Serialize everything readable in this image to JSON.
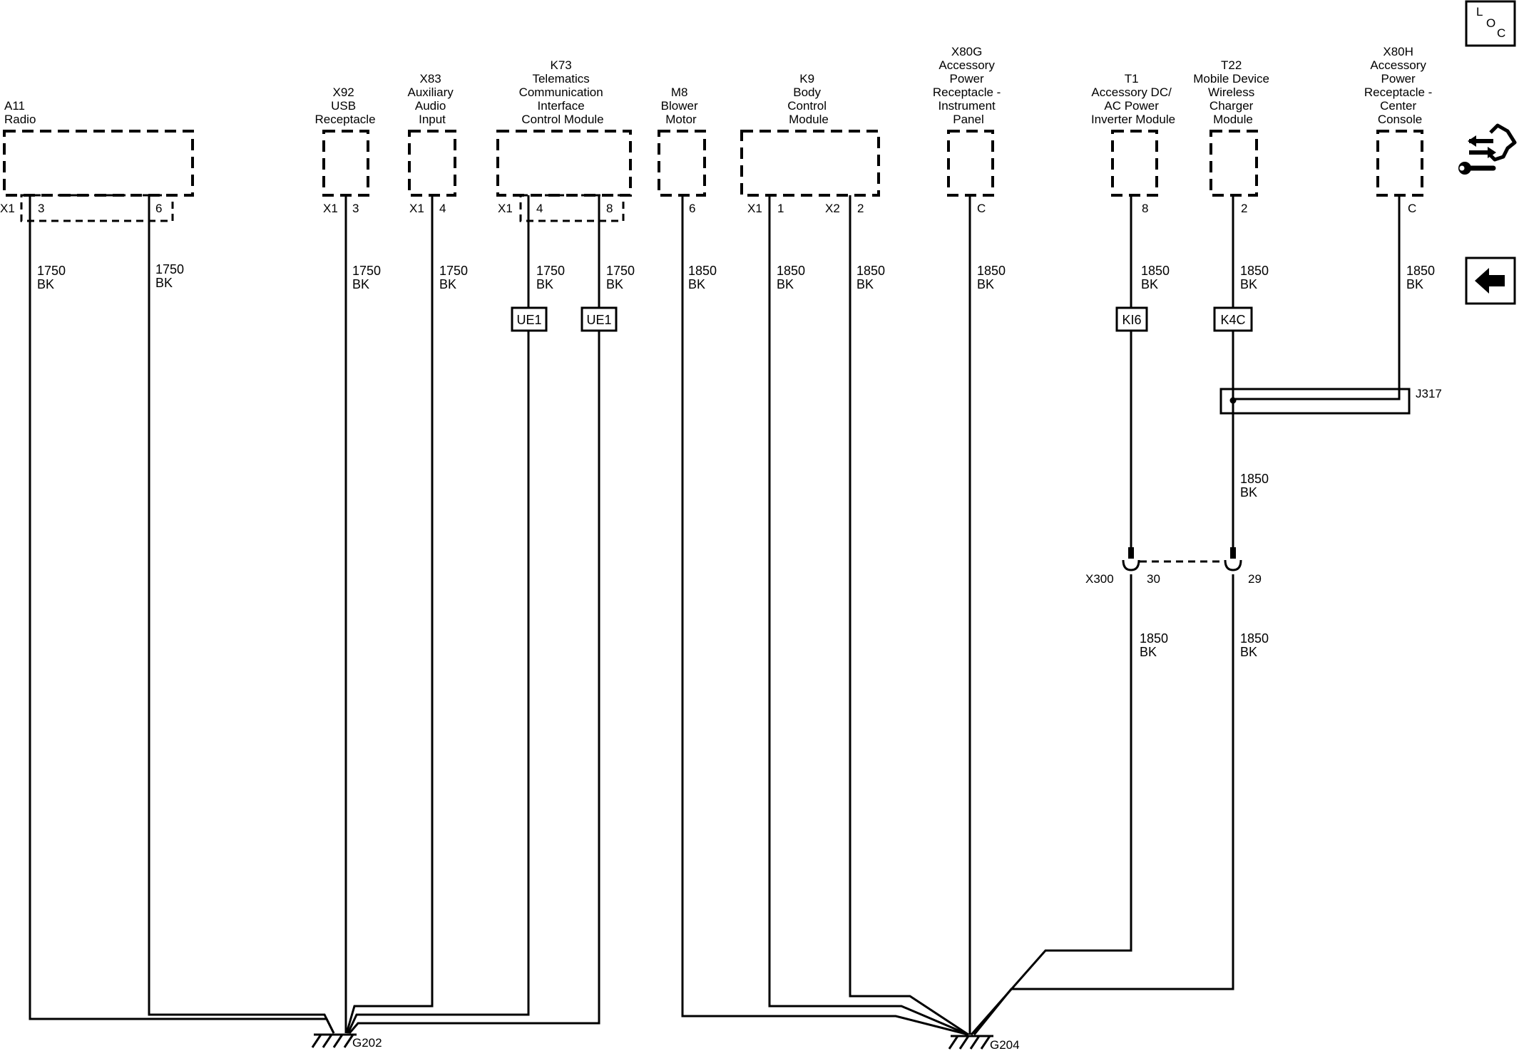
{
  "components": [
    {
      "id": "a11",
      "lines": [
        "A11",
        "Radio"
      ]
    },
    {
      "id": "x92",
      "lines": [
        "X92",
        "USB",
        "Receptacle"
      ]
    },
    {
      "id": "x83",
      "lines": [
        "X83",
        "Auxiliary",
        "Audio",
        "Input"
      ]
    },
    {
      "id": "k73",
      "lines": [
        "K73",
        "Telematics",
        "Communication",
        "Interface",
        "Control Module"
      ]
    },
    {
      "id": "m8",
      "lines": [
        "M8",
        "Blower",
        "Motor"
      ]
    },
    {
      "id": "k9",
      "lines": [
        "K9",
        "Body",
        "Control",
        "Module"
      ]
    },
    {
      "id": "x80g",
      "lines": [
        "X80G",
        "Accessory",
        "Power",
        "Receptacle -",
        "Instrument",
        "Panel"
      ]
    },
    {
      "id": "t1",
      "lines": [
        "T1",
        "Accessory DC/",
        "AC Power",
        "Inverter Module"
      ]
    },
    {
      "id": "t22",
      "lines": [
        "T22",
        "Mobile Device",
        "Wireless",
        "Charger",
        "Module"
      ]
    },
    {
      "id": "x80h",
      "lines": [
        "X80H",
        "Accessory",
        "Power",
        "Receptacle -",
        "Center",
        "Console"
      ]
    }
  ],
  "pins": [
    {
      "id": "a11-x1",
      "text": "X1"
    },
    {
      "id": "a11-3",
      "text": "3"
    },
    {
      "id": "a11-6",
      "text": "6"
    },
    {
      "id": "x92-x1",
      "text": "X1"
    },
    {
      "id": "x92-3",
      "text": "3"
    },
    {
      "id": "x83-x1",
      "text": "X1"
    },
    {
      "id": "x83-4",
      "text": "4"
    },
    {
      "id": "k73-x1",
      "text": "X1"
    },
    {
      "id": "k73-4",
      "text": "4"
    },
    {
      "id": "k73-8",
      "text": "8"
    },
    {
      "id": "m8-6",
      "text": "6"
    },
    {
      "id": "k9-x1",
      "text": "X1"
    },
    {
      "id": "k9-1",
      "text": "1"
    },
    {
      "id": "k9-x2",
      "text": "X2"
    },
    {
      "id": "k9-2",
      "text": "2"
    },
    {
      "id": "x80g-c",
      "text": "C"
    },
    {
      "id": "t1-8",
      "text": "8"
    },
    {
      "id": "t22-2",
      "text": "2"
    },
    {
      "id": "x80h-c",
      "text": "C"
    }
  ],
  "wires": [
    {
      "id": "w-a11-3",
      "circuit": "1750",
      "color": "BK"
    },
    {
      "id": "w-a11-6",
      "circuit": "1750",
      "color": "BK"
    },
    {
      "id": "w-x92-3",
      "circuit": "1750",
      "color": "BK"
    },
    {
      "id": "w-x83-4",
      "circuit": "1750",
      "color": "BK"
    },
    {
      "id": "w-k73-4",
      "circuit": "1750",
      "color": "BK"
    },
    {
      "id": "w-k73-8",
      "circuit": "1750",
      "color": "BK"
    },
    {
      "id": "w-m8-6",
      "circuit": "1850",
      "color": "BK"
    },
    {
      "id": "w-k9-1",
      "circuit": "1850",
      "color": "BK"
    },
    {
      "id": "w-k9-2",
      "circuit": "1850",
      "color": "BK"
    },
    {
      "id": "w-x80g-c",
      "circuit": "1850",
      "color": "BK"
    },
    {
      "id": "w-t1-8",
      "circuit": "1850",
      "color": "BK"
    },
    {
      "id": "w-t22-2",
      "circuit": "1850",
      "color": "BK"
    },
    {
      "id": "w-x80h-c",
      "circuit": "1850",
      "color": "BK"
    },
    {
      "id": "w-t22-j317",
      "circuit": "1850",
      "color": "BK"
    },
    {
      "id": "w-x300-30",
      "circuit": "1850",
      "color": "BK"
    },
    {
      "id": "w-x300-29",
      "circuit": "1850",
      "color": "BK"
    }
  ],
  "harness_tags": [
    "UE1",
    "UE1",
    "KI6",
    "K4C"
  ],
  "splice": {
    "name": "J317"
  },
  "inline_connector": {
    "name": "X300",
    "pins": [
      "30",
      "29"
    ]
  },
  "grounds": [
    "G202",
    "G204"
  ],
  "nav": {
    "loc_letters": [
      "L",
      "O",
      "C"
    ],
    "icons": [
      "location-icon",
      "harness-routing-icon",
      "back-arrow-icon"
    ]
  }
}
